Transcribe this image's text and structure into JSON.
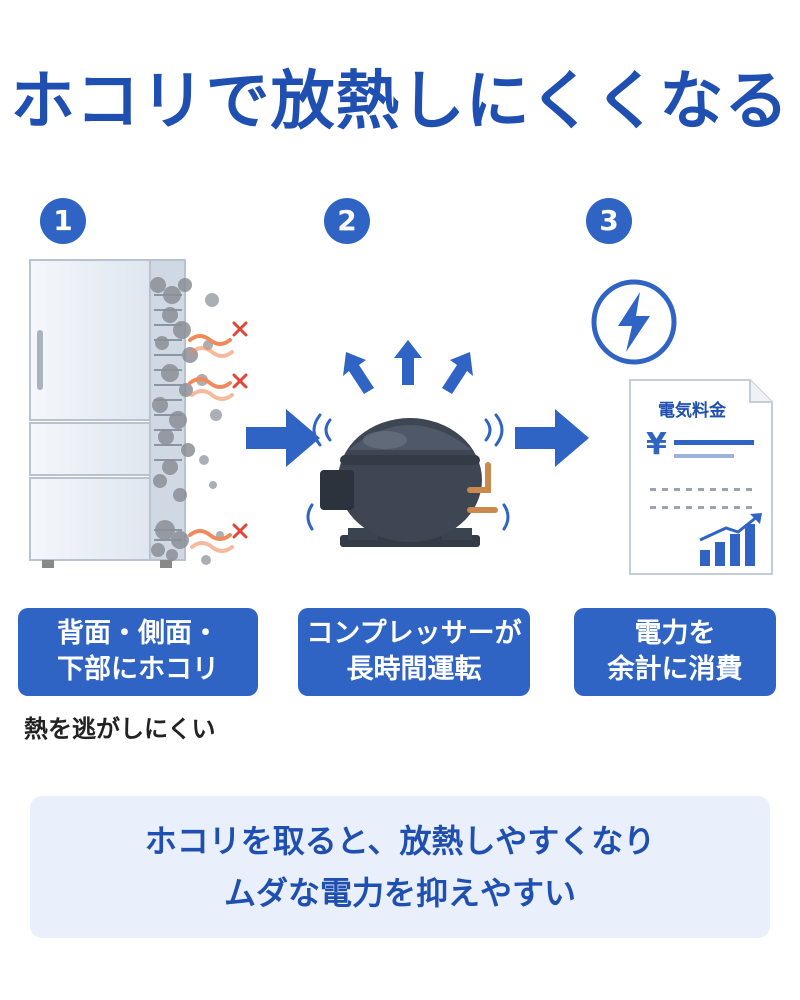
{
  "title": "ホコリで放熱しにくくなる",
  "steps": [
    {
      "number": "1",
      "label_lines": [
        "背面・側面・",
        "下部にホコリ"
      ]
    },
    {
      "number": "2",
      "label_lines": [
        "コンプレッサーが",
        "長時間運転"
      ]
    },
    {
      "number": "3",
      "label_lines": [
        "電力を",
        "余計に消費"
      ]
    }
  ],
  "note": "熱を逃がしにくい",
  "bill": {
    "title": "電気料金",
    "currency": "¥"
  },
  "summary_lines": [
    "ホコリを取ると、放熱しやすくなり",
    "ムダな電力を抑えやすい"
  ],
  "colors": {
    "accent": "#2f63c4",
    "title": "#1f4fb0",
    "panel": "#e9f0fb",
    "heat": "#f08a5a",
    "cross": "#e0463a"
  },
  "icons": [
    "refrigerator-icon",
    "dust-icon",
    "heat-wave-icon",
    "cross-icon",
    "arrow-right-icon",
    "compressor-icon",
    "lightning-icon",
    "bill-icon",
    "rising-chart-icon"
  ]
}
